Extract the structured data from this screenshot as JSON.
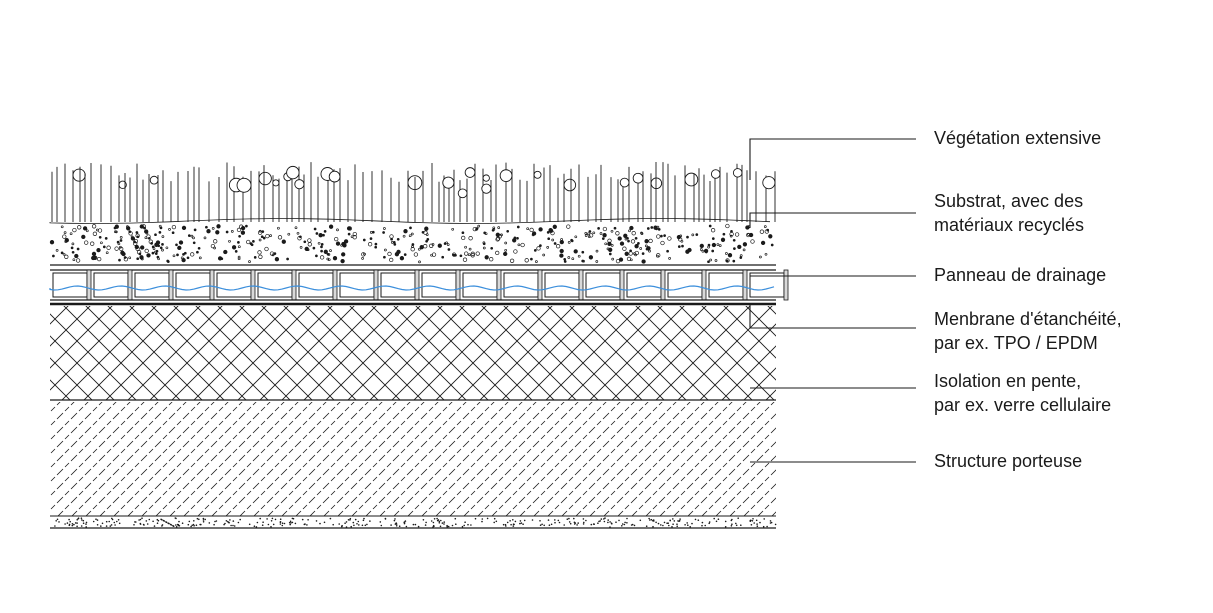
{
  "labels": {
    "vegetation": [
      "Végétation extensive"
    ],
    "substrate": [
      "Substrat, avec des",
      "matériaux recyclés"
    ],
    "drainage": [
      "Panneau de drainage"
    ],
    "membrane": [
      "Menbrane d'étanchéité,",
      "par ex. TPO / EPDM"
    ],
    "insulation": [
      "Isolation en pente,",
      "par ex. verre cellulaire"
    ],
    "structure": [
      "Structure porteuse"
    ]
  },
  "colors": {
    "line": "#1a1a1a",
    "water": "#3c8fdc"
  }
}
